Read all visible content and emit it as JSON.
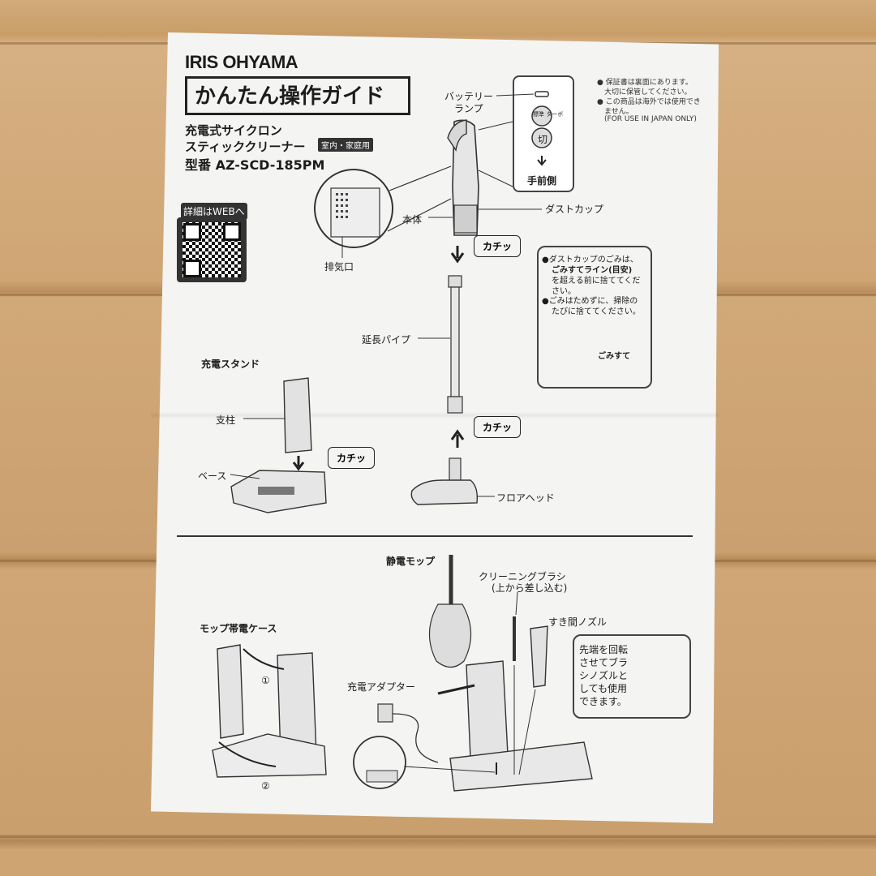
{
  "brand": "IRIS OHYAMA",
  "guide_title": "かんたん操作ガイド",
  "product": {
    "name_line1": "充電式サイクロン",
    "name_line2": "スティッククリーナー",
    "badge": "室内・家庭用",
    "model": "型番 AZ-SCD-185PM"
  },
  "web_badge": "詳細はWEBへ",
  "notes_top": {
    "line1": "● 保証書は裏面にあります。",
    "line2": "大切に保管してください。",
    "line3": "● この商品は海外では使用でき",
    "line4": "ません。",
    "line5": "(FOR USE IN JAPAN ONLY)"
  },
  "remote": {
    "battery_label_1": "バッテリー",
    "battery_label_2": "ランプ",
    "btn_turbo": "標準 ターボ",
    "btn_off": "切",
    "front_side": "手前側"
  },
  "labels": {
    "honntai": "本体",
    "dust_cup": "ダストカップ",
    "exhaust": "排気口",
    "click1": "カチッ",
    "click2": "カチッ",
    "click3": "カチッ",
    "extension_pipe": "延長パイプ",
    "charge_stand": "充電スタンド",
    "pillar": "支柱",
    "base": "ベース",
    "floor_head": "フロアヘッド",
    "static_mop": "静電モップ",
    "cleaning_brush_1": "クリーニングブラシ",
    "cleaning_brush_2": "(上から差し込む)",
    "crevice_nozzle": "すき間ノズル",
    "mop_case": "モップ帯電ケース",
    "charge_adapter": "充電アダプター",
    "step1": "①",
    "step2": "②"
  },
  "dust_note": {
    "line1": "●ダストカップのごみは、",
    "line2": "ごみすてライン(目安)",
    "line3": "を超える前に捨ててくだ",
    "line4": "さい。",
    "line5": "●ごみはためずに、掃除の",
    "line6": "たびに捨ててください。",
    "gomisute": "ごみすて"
  },
  "nozzle_note": {
    "line1": "先端を回転",
    "line2": "させてブラ",
    "line3": "シノズルと",
    "line4": "しても使用",
    "line5": "できます。"
  },
  "colors": {
    "ink": "#1c1c1c",
    "paper": "#f4f4f2",
    "wood": "#cfa574"
  }
}
